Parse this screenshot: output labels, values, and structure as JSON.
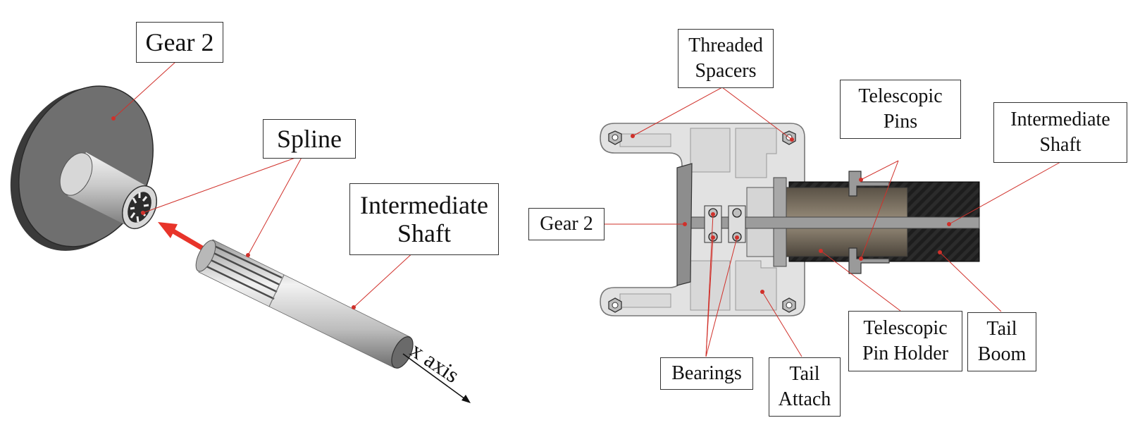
{
  "left_view": {
    "labels": {
      "gear": "Gear 2",
      "spline": "Spline",
      "shaft": "Intermediate\nShaft",
      "axis": "x axis"
    }
  },
  "right_view": {
    "labels": {
      "spacers": "Threaded\nSpacers",
      "pins": "Telescopic\nPins",
      "shaft": "Intermediate\nShaft",
      "gear": "Gear 2",
      "bearings": "Bearings",
      "attach": "Tail\nAttach",
      "pin_holder": "Telescopic\nPin Holder",
      "boom": "Tail\nBoom"
    }
  },
  "colors": {
    "leader": "#d0302a",
    "arrow": "#e8342a",
    "gear_face": "#6f6f6f",
    "plate": "#e2e2e2",
    "boom": "#1b1b1b"
  }
}
